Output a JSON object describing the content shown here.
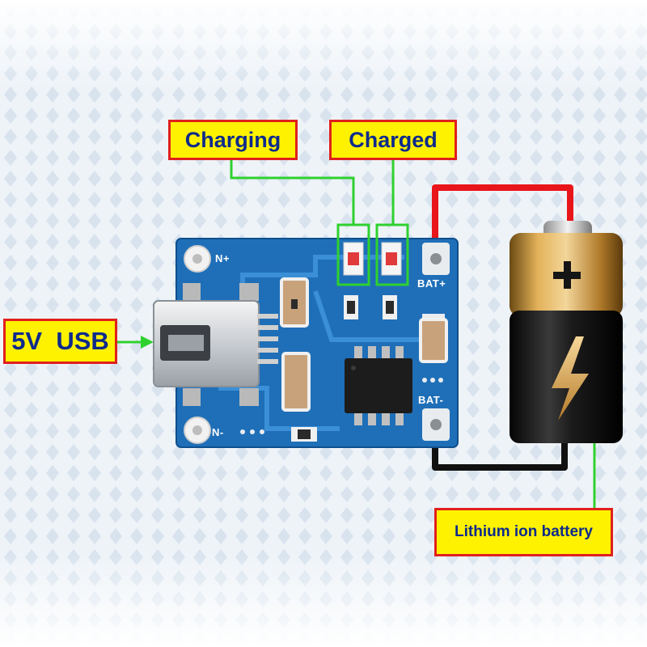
{
  "labels": {
    "charging": "Charging",
    "charged": "Charged",
    "usb": "5V  USB",
    "battery": "Lithium ion battery"
  },
  "board_silkscreen": {
    "in_plus": "N+",
    "in_minus": "N-",
    "bat_plus": "BAT+",
    "bat_minus": "BAT-"
  },
  "icons": {
    "battery_positive": "plus-icon",
    "battery_symbol": "lightning-bolt-icon"
  },
  "colors": {
    "callout_fill": "#fff200",
    "callout_border": "#e0201c",
    "callout_text": "#0d2a8c",
    "pointer_line": "#2fd12f",
    "positive_wire": "#e8151b",
    "negative_wire": "#111111",
    "pcb": "#1f6fb8"
  }
}
